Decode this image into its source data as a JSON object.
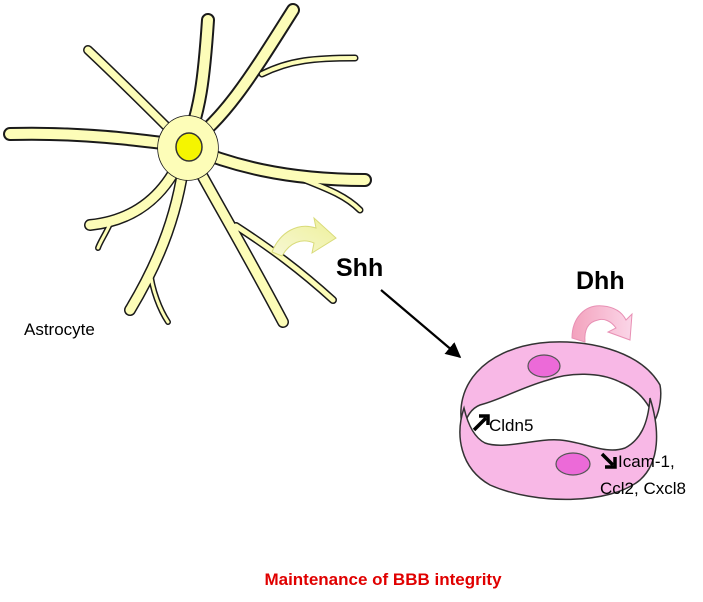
{
  "labels": {
    "astrocyte": "Astrocyte",
    "shh": "Shh",
    "dhh": "Dhh",
    "cldn5": "Cldn5",
    "icam_line1": "Icam-1,",
    "icam_line2": "Ccl2, Cxcl8"
  },
  "title": "Maintenance of BBB integrity",
  "indicators": {
    "cldn5": "up",
    "icam": "down"
  },
  "colors": {
    "astrocyte_fill": "#fdfdb8",
    "astrocyte_nucleus": "#f5f500",
    "endothelial_fill": "#f8b8e6",
    "endothelial_nucleus": "#ec6ad8",
    "dhh_arrow": "#f5a0c8",
    "shh_arrow": "#f6f7c4",
    "title": "#e00000"
  }
}
